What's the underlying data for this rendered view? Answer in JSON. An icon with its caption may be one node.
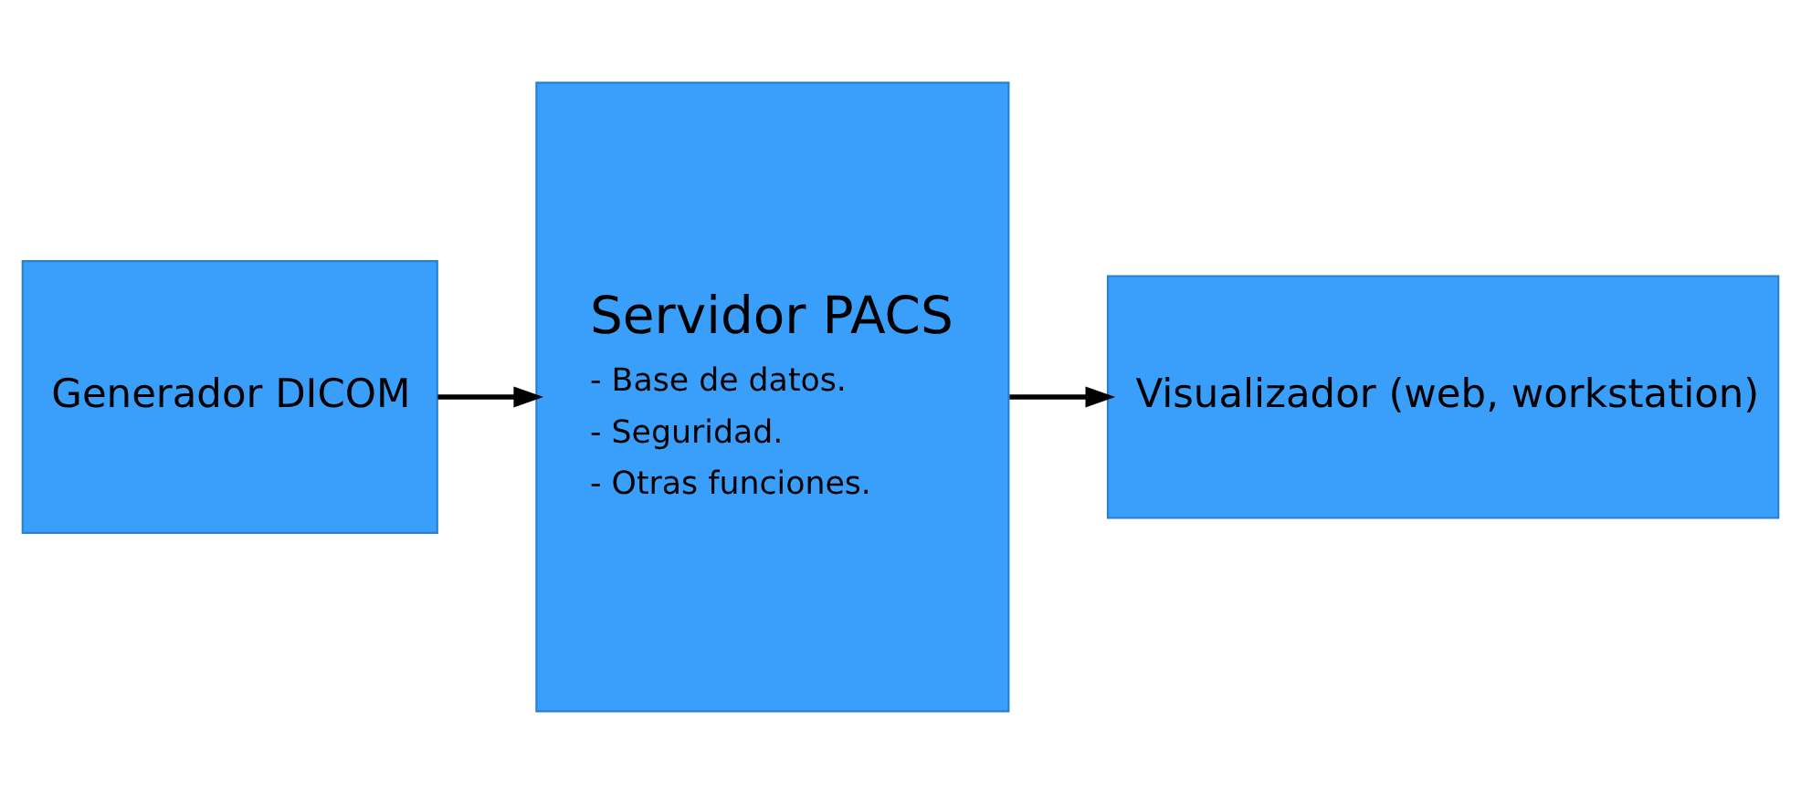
{
  "diagram": {
    "nodes": [
      {
        "text": [
          "Generador DICOM"
        ]
      },
      {
        "text": [
          "Servidor PACS",
          "- Base de datos.",
          "- Seguridad.",
          "- Otras funciones."
        ]
      },
      {
        "text": [
          "Visualizador (web, workstation)"
        ]
      }
    ],
    "edges": [
      {
        "from": 0,
        "to": 1,
        "arrow": "to"
      },
      {
        "from": 1,
        "to": 2,
        "arrow": "to"
      }
    ]
  }
}
